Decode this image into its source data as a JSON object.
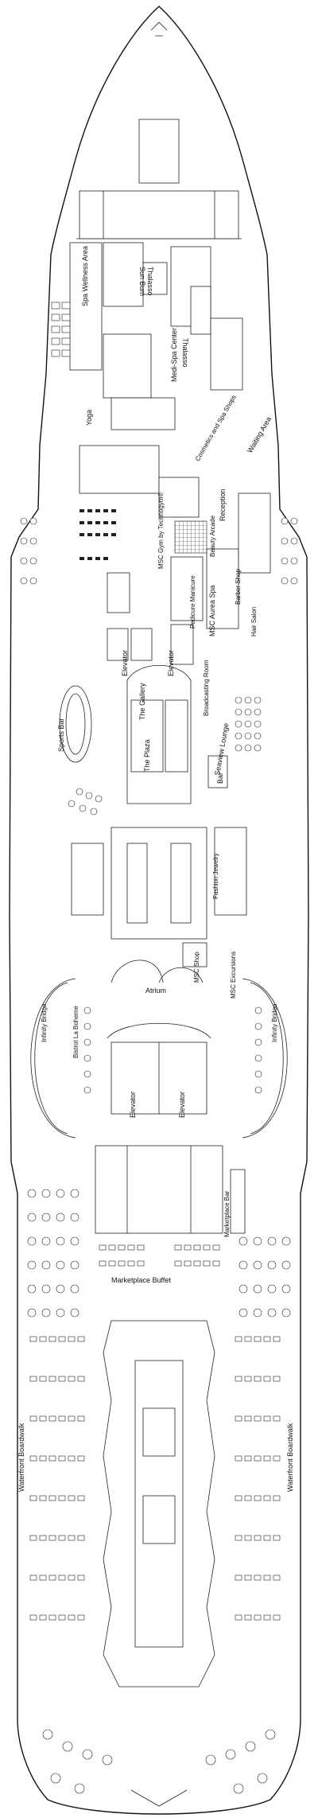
{
  "deck_plan": {
    "labels": {
      "sun_bum": "Sun Bum",
      "thalasso_upper": "Thalasso",
      "spa_wellness_area": "Spa Wellness Area",
      "thalasso_lower": "Thalasso",
      "medi_spa_center": "Medi-Spa Center",
      "yoga": "Yoga",
      "cosmetics_spa_shops": "Cosmetics and Spa Shops",
      "waiting_area": "Waiting Area",
      "reception": "Reception",
      "beauty_arcade": "Beauty Arcade",
      "msc_gym": "MSC Gym by Technogym®",
      "pedicure_manicure": "Pedicure Manicure",
      "msc_aurea_spa": "MSC Aurea Spa",
      "barber_shop": "Barber Shop",
      "hair_salon": "Hair Salon",
      "elevator_left": "Elevator",
      "elevator_right": "Elevator",
      "the_gallery": "The Gallery",
      "broadcasting_room": "Broadcasting Room",
      "sports_bar": "Sports Bar",
      "the_plaza": "The Plaza",
      "seaview_lounge": "Seaview Lounge",
      "bar": "Bar",
      "fashion_jewelry": "Fashion Jewelry",
      "msc_excursions": "MSC Excursions",
      "msc_shop": "MSC Shop",
      "atrium": "Atrium",
      "infinity_bridge_left": "Infinity Bridge",
      "infinity_bridge_right": "Infinity Bridge",
      "bistrot_la_boheme": "Bistrot La Boheme",
      "elevator_lower_left": "Elevator",
      "elevator_lower_right": "Elevator",
      "marketplace_buffet": "Marketplace Buffet",
      "marketplace_bar": "Marketplace Bar",
      "waterfront_boardwalk_left": "Waterfront Boardwalk",
      "waterfront_boardwalk_right": "Waterfront Boardwalk"
    }
  }
}
